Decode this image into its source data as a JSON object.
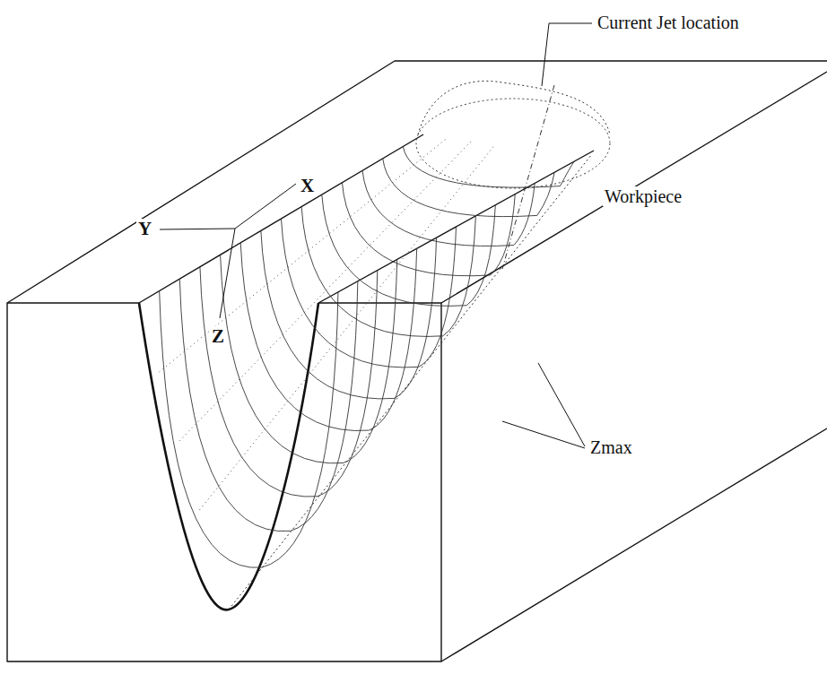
{
  "diagram": {
    "labels": [
      "Current Jet location",
      "Workpiece",
      "X",
      "Y",
      "Z",
      "Zmax"
    ]
  }
}
